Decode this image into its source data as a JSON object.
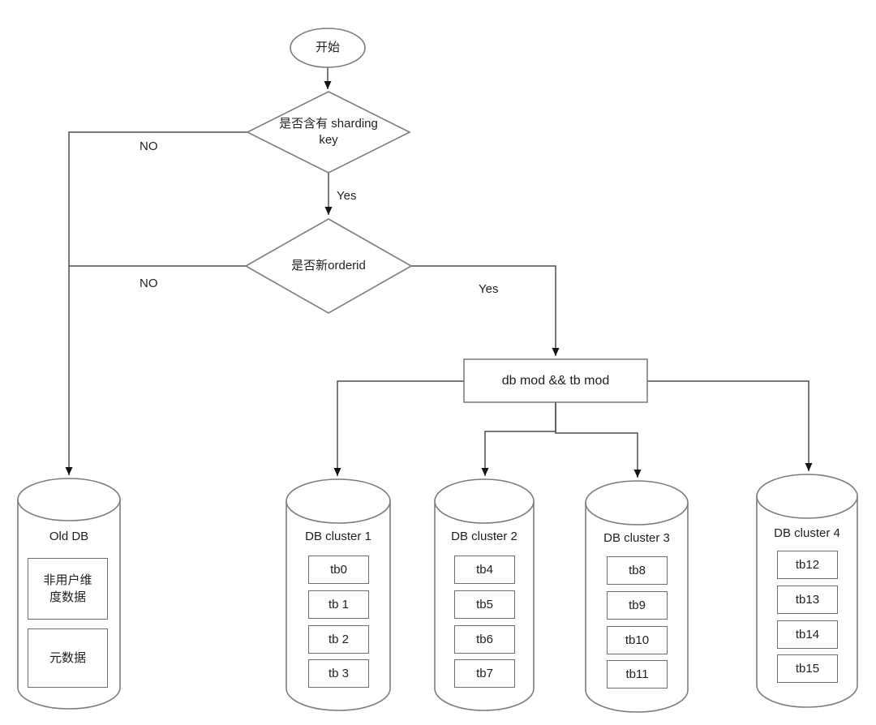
{
  "flowchart": {
    "start": {
      "label": "开始"
    },
    "decisions": {
      "sharding_key": {
        "label": "是否含有 sharding key"
      },
      "new_orderid": {
        "label": "是否新orderid"
      }
    },
    "process": {
      "label": "db mod && tb mod"
    },
    "edge_labels": {
      "sharding_no": "NO",
      "sharding_yes": "Yes",
      "orderid_no": "NO",
      "orderid_yes": "Yes"
    },
    "old_db": {
      "title": "Old DB",
      "segments": [
        "非用户维度数据",
        "元数据"
      ]
    },
    "clusters": [
      {
        "title": "DB cluster 1",
        "tables": [
          "tb0",
          "tb 1",
          "tb 2",
          "tb 3"
        ]
      },
      {
        "title": "DB cluster 2",
        "tables": [
          "tb4",
          "tb5",
          "tb6",
          "tb7"
        ]
      },
      {
        "title": "DB cluster 3",
        "tables": [
          "tb8",
          "tb9",
          "tb10",
          "tb11"
        ]
      },
      {
        "title": "DB cluster 4",
        "tables": [
          "tb12",
          "tb13",
          "tb14",
          "tb15"
        ]
      }
    ],
    "colors": {
      "background": "#ffffff",
      "connector_line": "#4d4d4d",
      "shape_stroke": "#7d7d7d",
      "arrowhead": "#141414",
      "text": "#1f1f1f"
    }
  }
}
